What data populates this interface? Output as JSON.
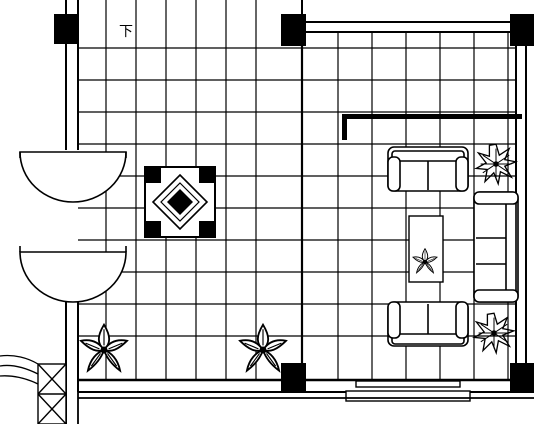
{
  "drawing": {
    "type": "architectural-floor-plan",
    "view": "top-down",
    "style": "black-and-white line drawing",
    "colors": {
      "line": "#000000",
      "background": "#ffffff"
    },
    "elements": [
      "tiled-floor-grid",
      "structural-columns",
      "double-swing-door",
      "decorative-floor-inlay",
      "sofa-set",
      "coffee-table",
      "potted-plants",
      "window",
      "wardrobe-crate"
    ],
    "text_marks": [
      "下"
    ]
  }
}
